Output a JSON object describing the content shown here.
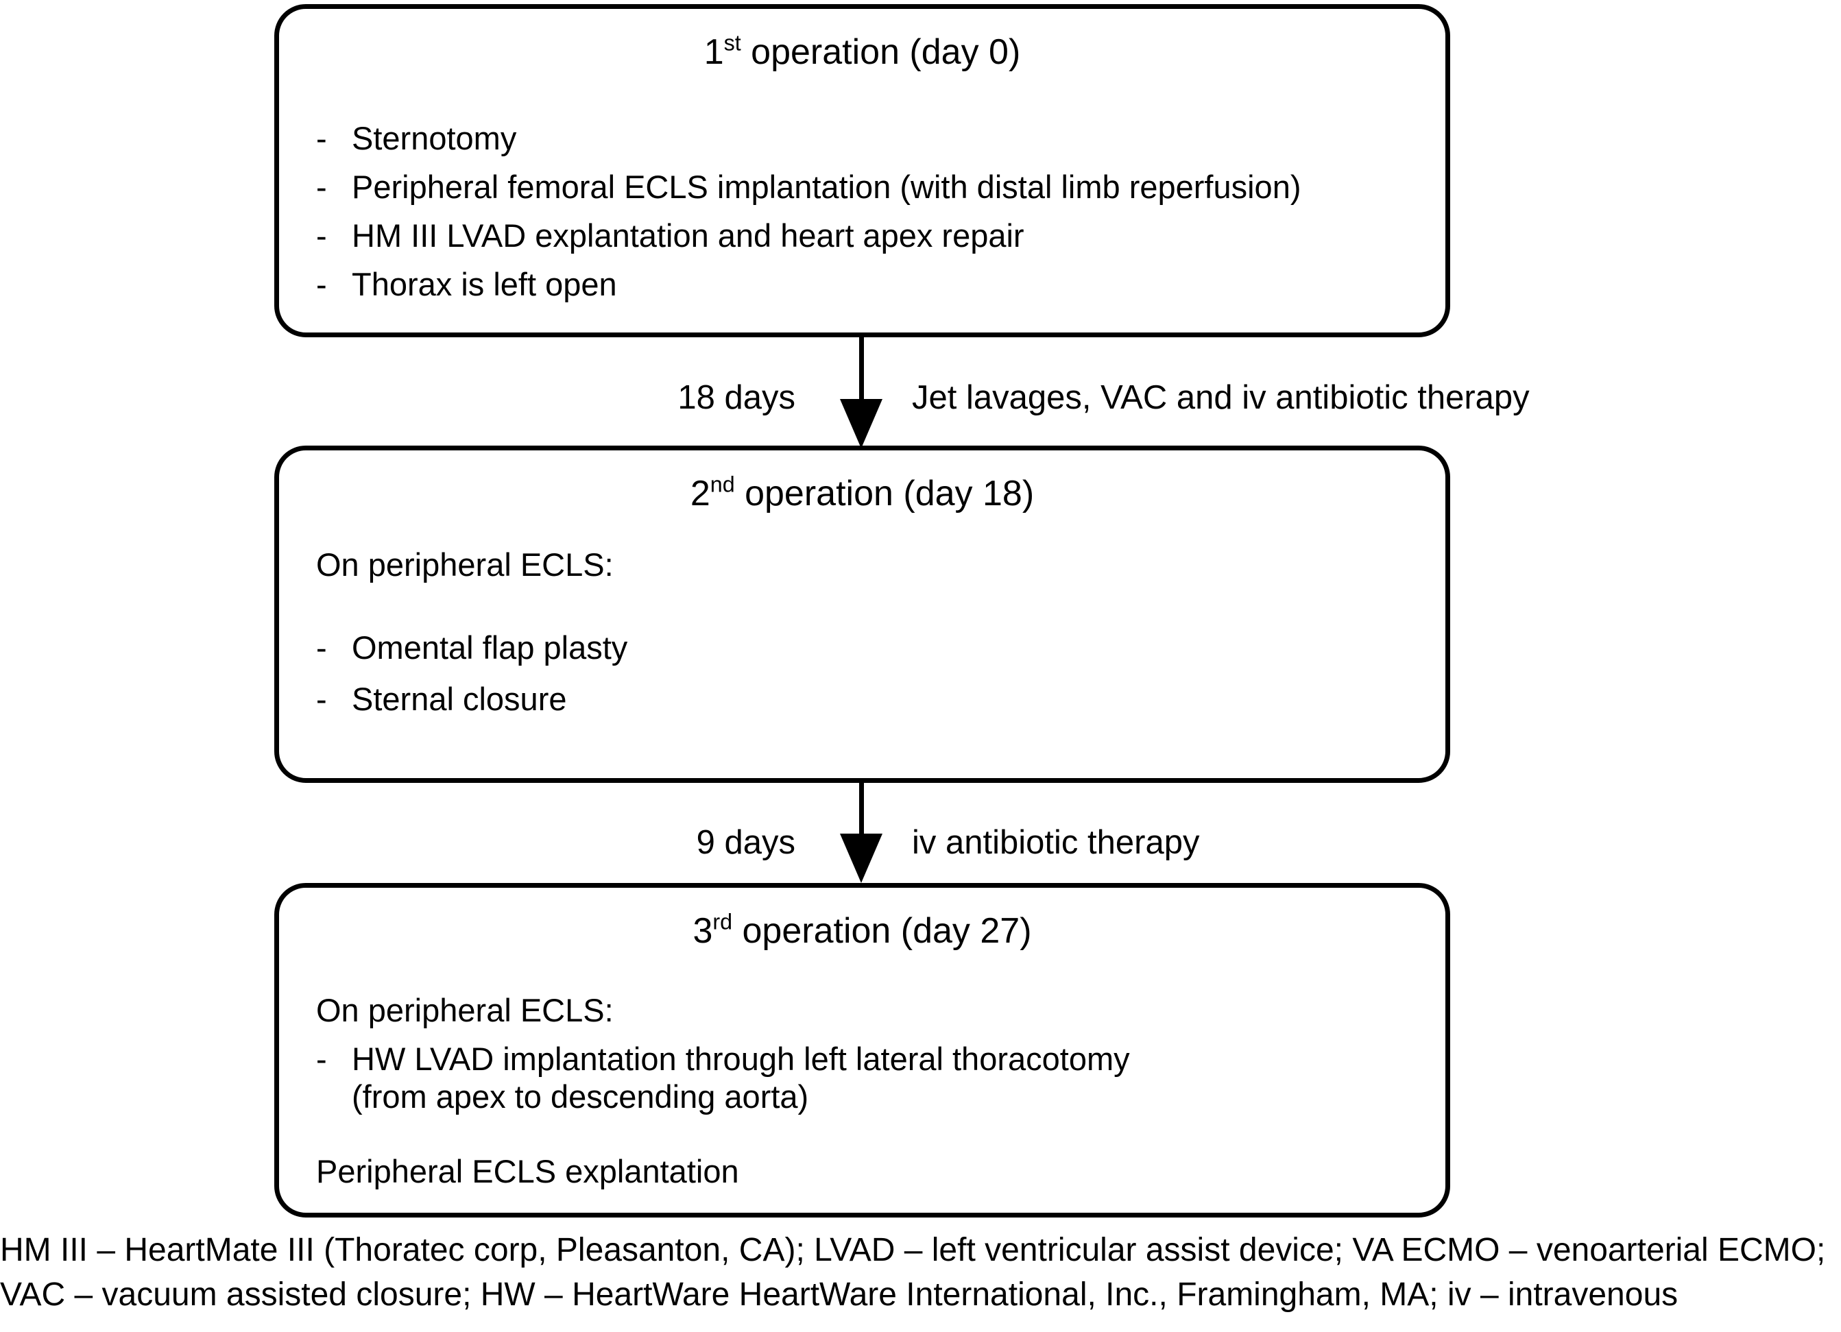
{
  "diagram": {
    "title": "Surgical timeline flowchart",
    "boxes": [
      {
        "title_prefix": "1",
        "title_ordinal": "st",
        "title_suffix": " operation (day 0)",
        "intro": "",
        "bullets": [
          {
            "text": "Sternotomy",
            "cont": ""
          },
          {
            "text": "Peripheral femoral ECLS implantation (with distal limb reperfusion)",
            "cont": ""
          },
          {
            "text": "HM III LVAD explantation and heart apex repair",
            "cont": ""
          },
          {
            "text": "Thorax is left open",
            "cont": ""
          }
        ],
        "tail": ""
      },
      {
        "title_prefix": "2",
        "title_ordinal": "nd",
        "title_suffix": " operation (day 18)",
        "intro": "On peripheral ECLS:",
        "bullets": [
          {
            "text": "Omental flap plasty",
            "cont": ""
          },
          {
            "text": "Sternal closure",
            "cont": ""
          }
        ],
        "tail": ""
      },
      {
        "title_prefix": "3",
        "title_ordinal": "rd",
        "title_suffix": " operation (day 27)",
        "intro": "On peripheral ECLS:",
        "bullets": [
          {
            "text": "HW LVAD implantation through left lateral thoracotomy",
            "cont": "(from apex to descending aorta)"
          }
        ],
        "tail": "Peripheral ECLS explantation"
      }
    ],
    "connectors": [
      {
        "duration_label": "18 days",
        "therapy_label": "Jet lavages, VAC and iv antibiotic therapy"
      },
      {
        "duration_label": "9 days",
        "therapy_label": "iv antibiotic therapy"
      }
    ],
    "bullet_marker": "-",
    "footnotes": [
      "HM III – HeartMate III (Thoratec corp, Pleasanton, CA); LVAD – left ventricular assist device; VA ECMO – venoarterial ECMO;",
      "VAC – vacuum assisted closure; HW – HeartWare HeartWare International, Inc., Framingham, MA; iv – intravenous"
    ],
    "colors": {
      "stroke": "#000000",
      "background": "#ffffff",
      "text": "#000000"
    }
  }
}
